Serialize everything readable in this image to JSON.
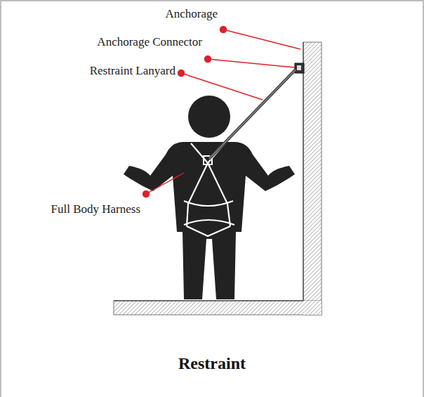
{
  "diagram": {
    "caption": "Restraint",
    "labels": [
      "Anchorage",
      "Anchorage Connector",
      "Restraint Lanyard",
      "Full Body Harness"
    ]
  }
}
